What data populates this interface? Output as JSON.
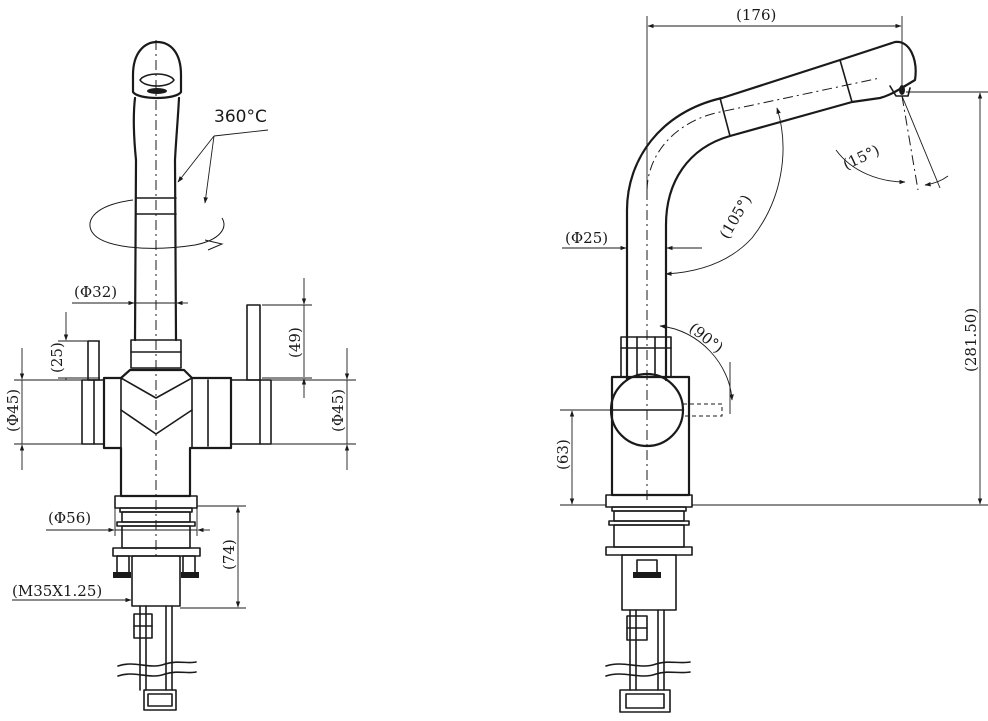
{
  "front_view": {
    "rotation_label": "360°C",
    "spout_dia": "(Φ32)",
    "lever_height": "(25)",
    "handle_height": "(49)",
    "body_dia_left": "(Φ45)",
    "body_dia_right": "(Φ45)",
    "base_dia": "(Φ56)",
    "shank_height": "(74)",
    "thread": "(M35X1.25)"
  },
  "side_view": {
    "reach": "(176)",
    "total_height": "(281.50)",
    "spout_tip_angle": "(15°)",
    "spout_bend_angle": "(105°)",
    "tube_dia": "(Φ25)",
    "lever_angle": "(90°)",
    "base_height": "(63)"
  }
}
